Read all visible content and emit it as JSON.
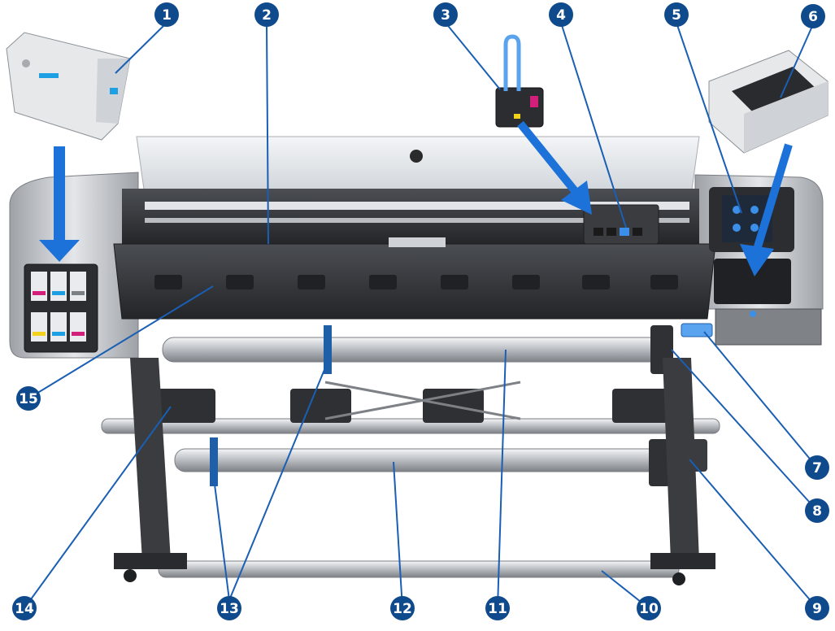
{
  "colors": {
    "callout": "#0f4a8c",
    "leader": "#1a5fb4",
    "arrow": "#1c72d9",
    "body_dark": "#2e3033",
    "body_mid": "#5a5d62",
    "silver": "#c9ccd0",
    "glass": "#e8ebee",
    "accent_blue": "#3b8fe8"
  },
  "callouts": [
    {
      "num": "1"
    },
    {
      "num": "2"
    },
    {
      "num": "3"
    },
    {
      "num": "4"
    },
    {
      "num": "5"
    },
    {
      "num": "6"
    },
    {
      "num": "7"
    },
    {
      "num": "8"
    },
    {
      "num": "9"
    },
    {
      "num": "10"
    },
    {
      "num": "11"
    },
    {
      "num": "12"
    },
    {
      "num": "13"
    },
    {
      "num": "14"
    },
    {
      "num": "15"
    }
  ]
}
